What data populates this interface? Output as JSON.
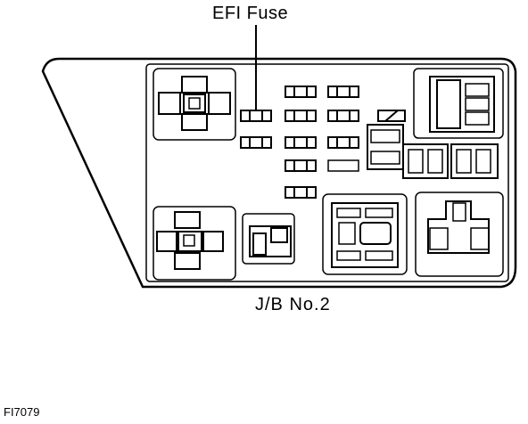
{
  "labels": {
    "efi_fuse": "EFI Fuse",
    "junction_block": "J/B No.2",
    "figure_id": "FI7079"
  },
  "colors": {
    "ink": "#000000",
    "paper": "#ffffff"
  }
}
